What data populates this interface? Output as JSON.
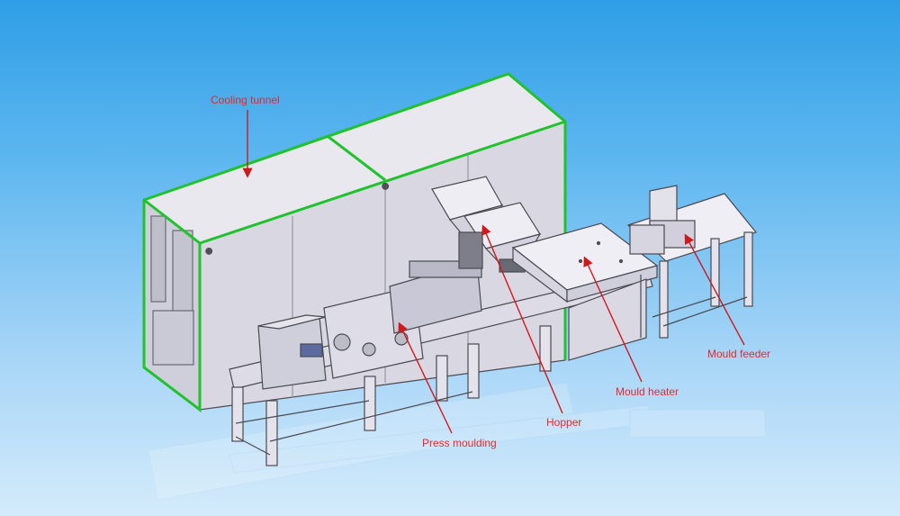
{
  "labels": {
    "cooling_tunnel": "Cooling tunnel",
    "mould_feeder": "Mould feeder",
    "mould_heater": "Mould heater",
    "hopper": "Hopper",
    "press_moulding": "Press moulding"
  },
  "colors": {
    "label": "#e8282a",
    "arrow": "#d0191c",
    "frame_highlight": "#22c22e",
    "machine_body": "#d9d8e3",
    "machine_edge": "#4a4a52"
  }
}
